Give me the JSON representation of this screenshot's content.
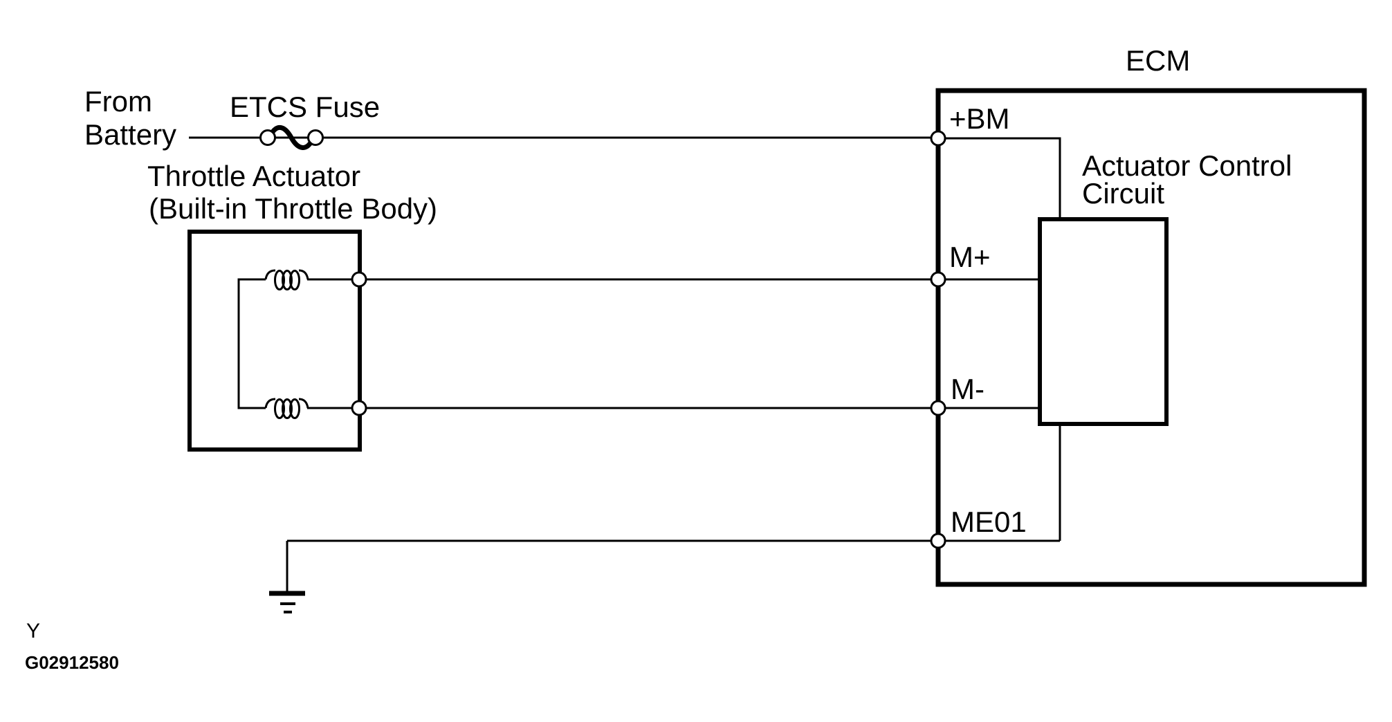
{
  "diagram": {
    "source": {
      "line1": "From",
      "line2": "Battery"
    },
    "fuse": {
      "label": "ETCS Fuse"
    },
    "throttle_actuator": {
      "title": "Throttle Actuator",
      "subtitle": "(Built-in Throttle Body)"
    },
    "ecm": {
      "title": "ECM",
      "terminals": {
        "bm": "+BM",
        "m_plus": "M+",
        "m_minus": "M-",
        "me01": "ME01"
      },
      "inner_block": {
        "line1": "Actuator Control",
        "line2": "Circuit"
      }
    },
    "footer": {
      "marker": "Y",
      "code": "G02912580"
    },
    "colors": {
      "foreground": "#000000",
      "background": "#ffffff"
    }
  }
}
